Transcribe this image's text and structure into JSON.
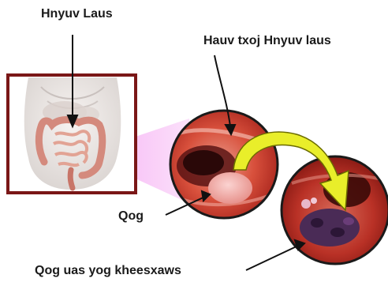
{
  "labels": {
    "large_intestine": "Hnyuv Laus",
    "inside_large_intestine": "Hauv txoj Hnyuv laus",
    "polyp": "Qog",
    "cancerous_polyp": "Qog uas yog kheesxaws"
  },
  "colors": {
    "frame": "#7a1717",
    "beam": "#f39cf0",
    "arrow_fill": "#e9ee2a",
    "arrow_stroke": "#6b6b00",
    "circle_border": "#1a1a1a"
  }
}
